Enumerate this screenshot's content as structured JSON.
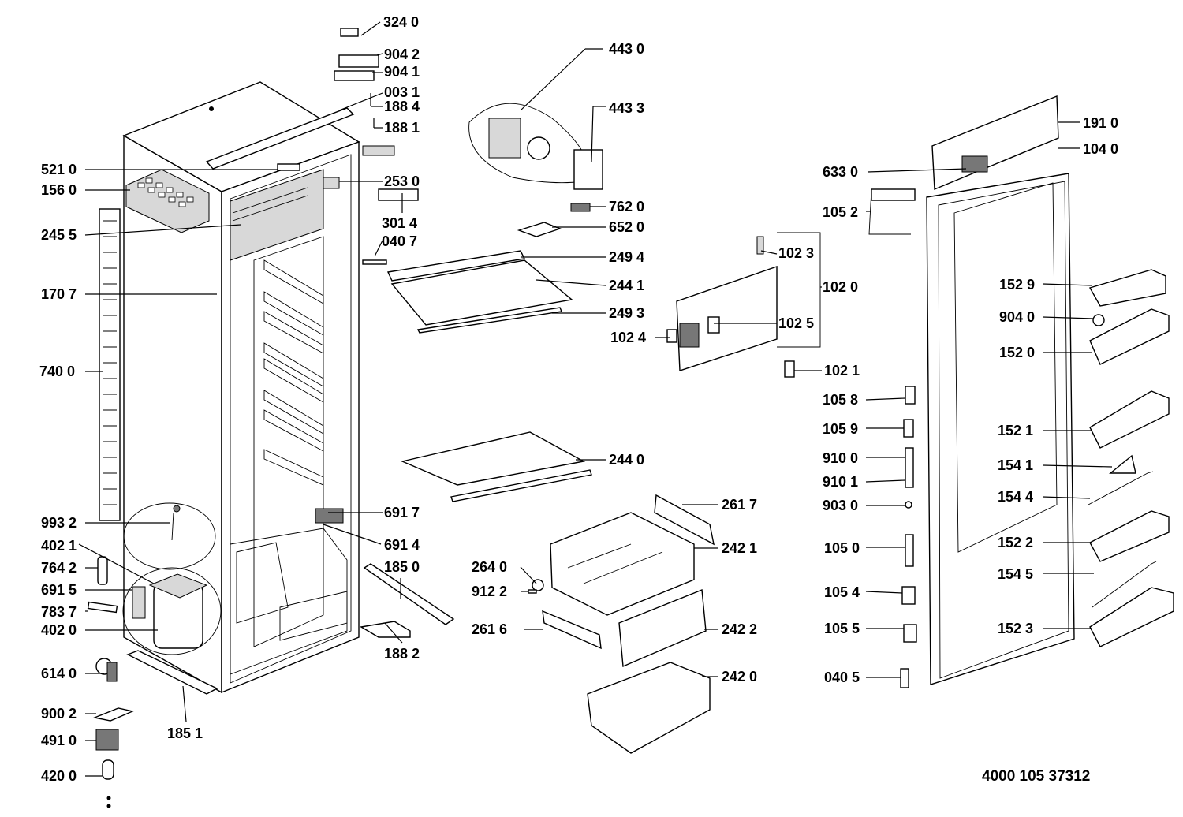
{
  "document_number": "4000 105 37312",
  "labels": {
    "l3240": "324 0",
    "l9042": "904 2",
    "l9041": "904 1",
    "l0031": "003 1",
    "l1884": "188 4",
    "l1881": "188 1",
    "l5210": "521 0",
    "l1560": "156 0",
    "l2530": "253 0",
    "l3014": "301 4",
    "l2455": "245 5",
    "l0407": "040 7",
    "l1707": "170 7",
    "l7400": "740 0",
    "l9932": "993 2",
    "l4021": "402 1",
    "l7642": "764 2",
    "l6915": "691 5",
    "l7837": "783 7",
    "l4020": "402 0",
    "l6140": "614 0",
    "l9002": "900 2",
    "l4910": "491 0",
    "l4200": "420 0",
    "l1851": "185 1",
    "l1850": "185 0",
    "l1882": "188 2",
    "l6917": "691 7",
    "l6914": "691 4",
    "l4430": "443 0",
    "l4433": "443 3",
    "l7620": "762 0",
    "l6520": "652 0",
    "l2494": "249 4",
    "l2441": "244 1",
    "l2493": "249 3",
    "l2440": "244 0",
    "l2617": "261 7",
    "l2421": "242 1",
    "l2640": "264 0",
    "l9122": "912 2",
    "l2616": "261 6",
    "l2422": "242 2",
    "l2420": "242 0",
    "l1023": "102 3",
    "l1020": "102 0",
    "l1025": "102 5",
    "l1024": "102 4",
    "l1021": "102 1",
    "l1910": "191 0",
    "l1040": "104 0",
    "l6330": "633 0",
    "l1052": "105 2",
    "l1529": "152 9",
    "l9040": "904 0",
    "l1520": "152 0",
    "l1058": "105 8",
    "l1059": "105 9",
    "l9100": "910 0",
    "l9101": "910 1",
    "l1521": "152 1",
    "l1541": "154 1",
    "l1544": "154 4",
    "l9030": "903 0",
    "l1050": "105 0",
    "l1522": "152 2",
    "l1545": "154 5",
    "l1054": "105 4",
    "l1055": "105 5",
    "l1523": "152 3",
    "l0405": "040 5"
  }
}
